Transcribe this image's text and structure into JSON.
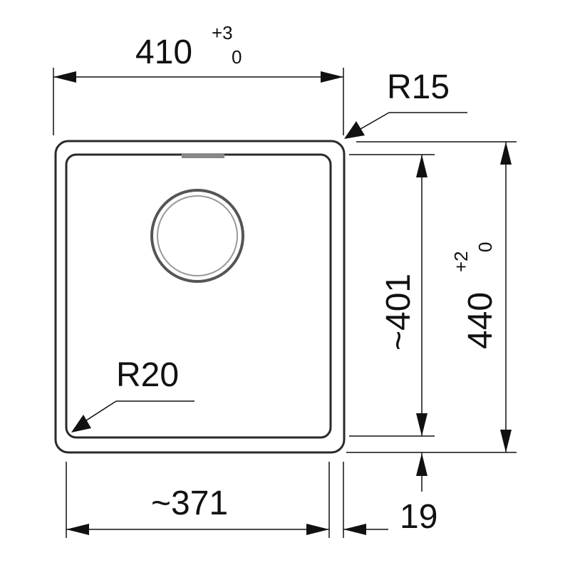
{
  "dimensions": {
    "width_outer": {
      "value": "410",
      "tol_upper": "+3",
      "tol_lower": "0"
    },
    "radius_outer": "R15",
    "height_outer": {
      "value": "440",
      "tol_upper": "+2",
      "tol_lower": "0"
    },
    "height_inner": "~401",
    "radius_inner": "R20",
    "width_inner": "~371",
    "rim": "19"
  },
  "colors": {
    "line": "#111111",
    "outline": "#2a2a2a",
    "background": "#ffffff"
  }
}
